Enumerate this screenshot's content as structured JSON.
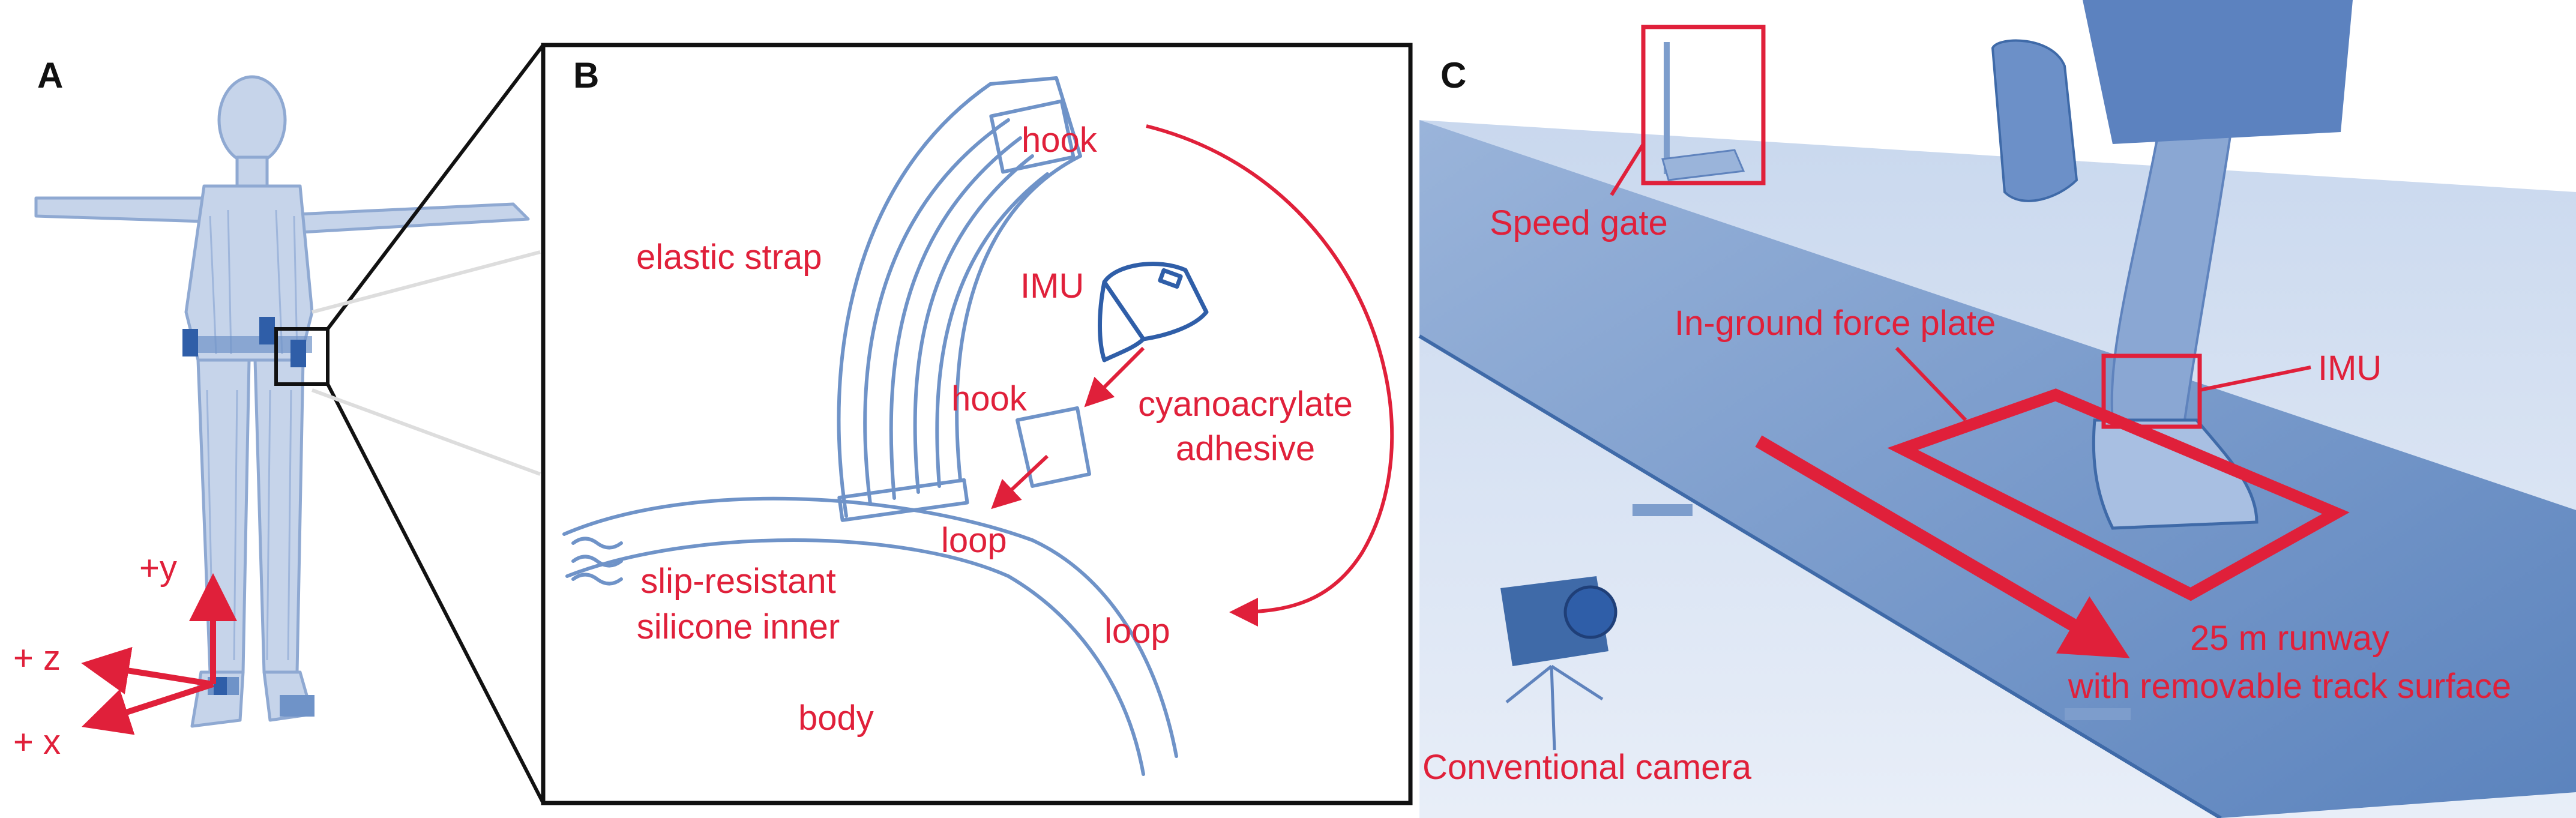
{
  "panels": {
    "a": {
      "letter": "A",
      "axes": {
        "y": "+y",
        "z": "+ z",
        "x": "+ x"
      }
    },
    "b": {
      "letter": "B",
      "labels": {
        "hook_top": "hook",
        "elastic_strap": "elastic strap",
        "imu": "IMU",
        "hook_mid": "hook",
        "adhesive_line1": "cyanoacrylate",
        "adhesive_line2": "adhesive",
        "loop_mid": "loop",
        "silicone_line1": "slip-resistant",
        "silicone_line2": "silicone inner",
        "loop_right": "loop",
        "body": "body"
      }
    },
    "c": {
      "letter": "C",
      "labels": {
        "speed_gate": "Speed gate",
        "force_plate": "In-ground force plate",
        "imu": "IMU",
        "runway_line1": "25 m runway",
        "runway_line2": "with removable track surface",
        "camera": "Conventional camera"
      }
    }
  },
  "colors": {
    "annotation": "#e0203a",
    "sketch": "#6f93c8",
    "sketch_light": "#aac0e0",
    "photo_tint": "#4f79b8",
    "frame": "#111111"
  }
}
